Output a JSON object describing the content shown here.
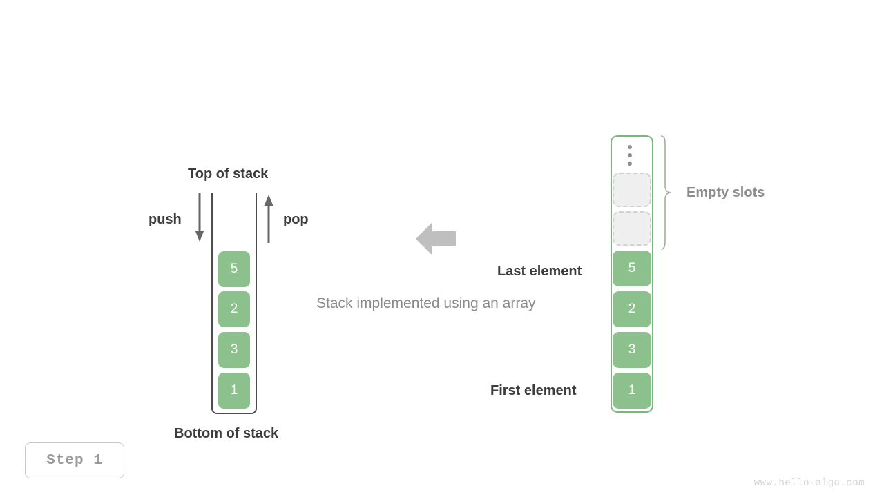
{
  "title": "Stack implemented using an array",
  "colors": {
    "element_fill": "#8cc08c",
    "element_text": "#ffffff",
    "empty_slot_fill": "#efefef",
    "empty_slot_border": "#d2d2d2",
    "array_border": "#7ab87a",
    "stack_wall": "#4d4d4d",
    "label_dark": "#3c3c3c",
    "label_gray": "#8c8c8c",
    "caption_gray": "#8a8a8a",
    "arrow_gray": "#bfbfbf",
    "watermark": "#d4d4d4"
  },
  "left_stack": {
    "top_label": "Top of stack",
    "bottom_label": "Bottom of stack",
    "push_label": "push",
    "pop_label": "pop",
    "push_icon": "arrow-down-icon",
    "pop_icon": "arrow-up-icon",
    "elements": [
      {
        "value": "5"
      },
      {
        "value": "2"
      },
      {
        "value": "3"
      },
      {
        "value": "1"
      }
    ]
  },
  "center": {
    "caption": "Stack implemented using an array",
    "arrow_icon": "arrow-left-icon"
  },
  "right_array": {
    "ellipsis_icon": "vertical-ellipsis-icon",
    "empty_slots_label": "Empty slots",
    "empty_slots_count": 2,
    "last_element_label": "Last element",
    "first_element_label": "First element",
    "elements": [
      {
        "value": "5"
      },
      {
        "value": "2"
      },
      {
        "value": "3"
      },
      {
        "value": "1"
      }
    ]
  },
  "footer": {
    "step_label": "Step 1",
    "watermark": "www.hello-algo.com"
  }
}
